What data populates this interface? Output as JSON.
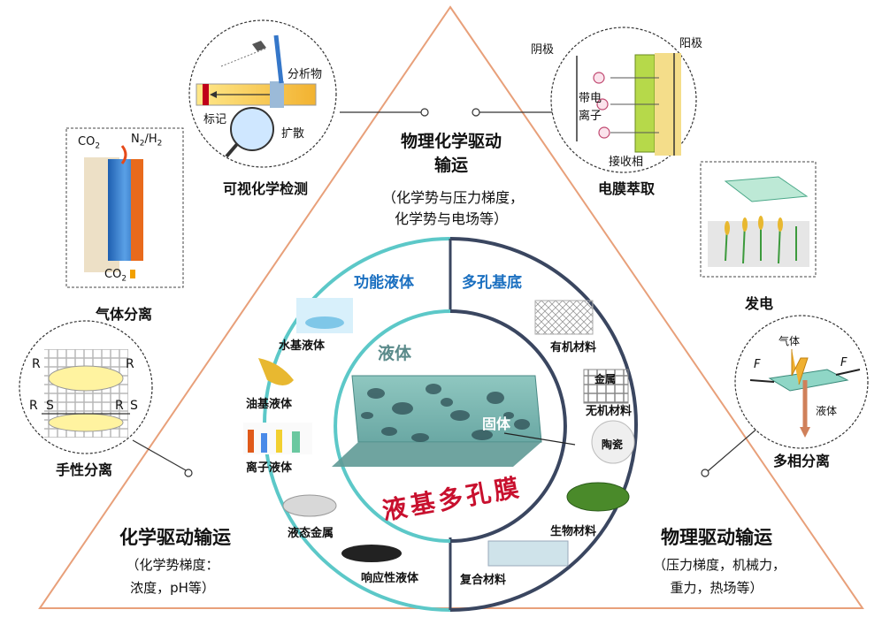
{
  "title": "液基多孔膜",
  "core": {
    "liquid": "液体",
    "solid": "固体"
  },
  "functional_liquid": {
    "heading": "功能液体",
    "items": [
      "水基液体",
      "油基液体",
      "离子液体",
      "液态金属",
      "响应性液体"
    ]
  },
  "porous_substrate": {
    "heading": "多孔基底",
    "items": [
      "有机材料",
      "无机材料",
      "生物材料",
      "复合材料"
    ],
    "inorganic_sub": [
      "金属",
      "陶瓷"
    ]
  },
  "drives": {
    "physchem": {
      "title_l1": "物理化学驱动",
      "title_l2": "输运",
      "desc_l1": "（化学势与压力梯度，",
      "desc_l2": "化学势与电场等）"
    },
    "chemical": {
      "title": "化学驱动输运",
      "desc_l1": "（化学势梯度：",
      "desc_l2": "浓度，pH等）"
    },
    "physical": {
      "title": "物理驱动输运",
      "desc_l1": "（压力梯度，机械力，",
      "desc_l2": "重力，热场等）"
    }
  },
  "applications": {
    "visual": {
      "caption": "可视化学检测",
      "labels": [
        "分析物",
        "标记",
        "扩散"
      ]
    },
    "electro": {
      "caption": "电膜萃取",
      "labels": [
        "阴极",
        "阳极",
        "带电",
        "离子",
        "接收相"
      ]
    },
    "gas": {
      "caption": "气体分离",
      "co2_top": "CO",
      "co2_sub": "2",
      "n2": "N",
      "n2_sub": "2",
      "h2": "/H",
      "h2_sub": "2",
      "co2_bottom": "CO",
      "co2b_sub": "2"
    },
    "power": {
      "caption": "发电"
    },
    "chiral": {
      "caption": "手性分离",
      "labels": [
        "R",
        "R",
        "R",
        "S",
        "R",
        "S"
      ]
    },
    "multiphase": {
      "caption": "多相分离",
      "labels": [
        "气体",
        "液体",
        "F",
        "F"
      ]
    }
  },
  "colors": {
    "triangle": "#e8a07a",
    "left_ring": "#5cc8c8",
    "right_ring": "#3a4660",
    "accent": "#c8102e",
    "heading_blue": "#1a6fc0"
  }
}
